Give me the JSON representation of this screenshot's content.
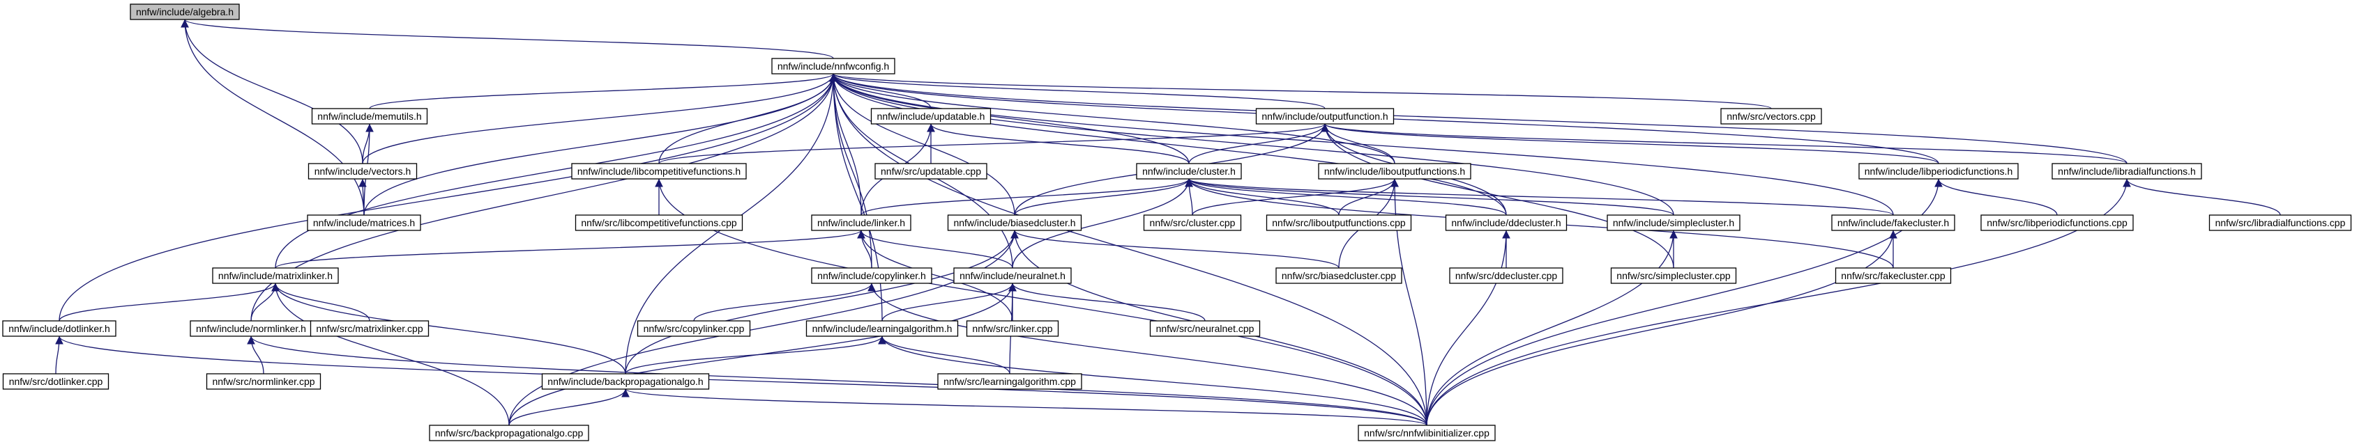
{
  "graph": {
    "colors": {
      "edge": "#191970",
      "node_border": "#000000",
      "node_fill": "#ffffff",
      "root_fill": "#bfbfbf"
    },
    "nodes": [
      {
        "id": "algebra",
        "label": "nnfw/include/algebra.h",
        "root": true
      },
      {
        "id": "config",
        "label": "nnfw/include/nnfwconfig.h"
      },
      {
        "id": "memutils",
        "label": "nnfw/include/memutils.h"
      },
      {
        "id": "updatable",
        "label": "nnfw/include/updatable.h"
      },
      {
        "id": "outputfunction",
        "label": "nnfw/include/outputfunction.h"
      },
      {
        "id": "src_vectors",
        "label": "nnfw/src/vectors.cpp"
      },
      {
        "id": "vectors",
        "label": "nnfw/include/vectors.h"
      },
      {
        "id": "libcompetitive",
        "label": "nnfw/include/libcompetitivefunctions.h"
      },
      {
        "id": "src_updatable",
        "label": "nnfw/src/updatable.cpp"
      },
      {
        "id": "cluster",
        "label": "nnfw/include/cluster.h"
      },
      {
        "id": "liboutput",
        "label": "nnfw/include/liboutputfunctions.h"
      },
      {
        "id": "libperiodic",
        "label": "nnfw/include/libperiodicfunctions.h"
      },
      {
        "id": "libradial",
        "label": "nnfw/include/libradialfunctions.h"
      },
      {
        "id": "matrices",
        "label": "nnfw/include/matrices.h"
      },
      {
        "id": "src_libcompetitive",
        "label": "nnfw/src/libcompetitivefunctions.cpp"
      },
      {
        "id": "linker",
        "label": "nnfw/include/linker.h"
      },
      {
        "id": "biasedcluster",
        "label": "nnfw/include/biasedcluster.h"
      },
      {
        "id": "src_cluster",
        "label": "nnfw/src/cluster.cpp"
      },
      {
        "id": "src_liboutput",
        "label": "nnfw/src/liboutputfunctions.cpp"
      },
      {
        "id": "ddecluster",
        "label": "nnfw/include/ddecluster.h"
      },
      {
        "id": "simplecluster",
        "label": "nnfw/include/simplecluster.h"
      },
      {
        "id": "fakecluster",
        "label": "nnfw/include/fakecluster.h"
      },
      {
        "id": "src_libperiodic",
        "label": "nnfw/src/libperiodicfunctions.cpp"
      },
      {
        "id": "src_libradial",
        "label": "nnfw/src/libradialfunctions.cpp"
      },
      {
        "id": "matrixlinker",
        "label": "nnfw/include/matrixlinker.h"
      },
      {
        "id": "copylinker",
        "label": "nnfw/include/copylinker.h"
      },
      {
        "id": "neuralnet",
        "label": "nnfw/include/neuralnet.h"
      },
      {
        "id": "src_biasedcluster",
        "label": "nnfw/src/biasedcluster.cpp"
      },
      {
        "id": "src_ddecluster",
        "label": "nnfw/src/ddecluster.cpp"
      },
      {
        "id": "src_simplecluster",
        "label": "nnfw/src/simplecluster.cpp"
      },
      {
        "id": "src_fakecluster",
        "label": "nnfw/src/fakecluster.cpp"
      },
      {
        "id": "dotlinker",
        "label": "nnfw/include/dotlinker.h"
      },
      {
        "id": "normlinker",
        "label": "nnfw/include/normlinker.h"
      },
      {
        "id": "src_matrixlinker",
        "label": "nnfw/src/matrixlinker.cpp"
      },
      {
        "id": "src_copylinker",
        "label": "nnfw/src/copylinker.cpp"
      },
      {
        "id": "learningalgorithm",
        "label": "nnfw/include/learningalgorithm.h"
      },
      {
        "id": "src_linker",
        "label": "nnfw/src/linker.cpp"
      },
      {
        "id": "src_neuralnet",
        "label": "nnfw/src/neuralnet.cpp"
      },
      {
        "id": "src_dotlinker",
        "label": "nnfw/src/dotlinker.cpp"
      },
      {
        "id": "src_normlinker",
        "label": "nnfw/src/normlinker.cpp"
      },
      {
        "id": "backprop",
        "label": "nnfw/include/backpropagationalgo.h"
      },
      {
        "id": "src_learningalgorithm",
        "label": "nnfw/src/learningalgorithm.cpp"
      },
      {
        "id": "src_backprop",
        "label": "nnfw/src/backpropagationalgo.cpp"
      },
      {
        "id": "src_libinit",
        "label": "nnfw/src/nnfwlibinitializer.cpp"
      }
    ],
    "edges": [
      [
        "algebra",
        "config"
      ],
      [
        "algebra",
        "vectors"
      ],
      [
        "algebra",
        "matrices"
      ],
      [
        "config",
        "src_vectors"
      ],
      [
        "config",
        "memutils"
      ],
      [
        "config",
        "updatable"
      ],
      [
        "config",
        "outputfunction"
      ],
      [
        "config",
        "vectors"
      ],
      [
        "config",
        "libcompetitive"
      ],
      [
        "config",
        "cluster"
      ],
      [
        "config",
        "liboutput"
      ],
      [
        "config",
        "libperiodic"
      ],
      [
        "config",
        "libradial"
      ],
      [
        "config",
        "matrices"
      ],
      [
        "config",
        "linker"
      ],
      [
        "config",
        "biasedcluster"
      ],
      [
        "config",
        "ddecluster"
      ],
      [
        "config",
        "simplecluster"
      ],
      [
        "config",
        "fakecluster"
      ],
      [
        "config",
        "matrixlinker"
      ],
      [
        "config",
        "copylinker"
      ],
      [
        "config",
        "neuralnet"
      ],
      [
        "config",
        "dotlinker"
      ],
      [
        "config",
        "normlinker"
      ],
      [
        "config",
        "learningalgorithm"
      ],
      [
        "config",
        "backprop"
      ],
      [
        "config",
        "src_libinit"
      ],
      [
        "memutils",
        "vectors"
      ],
      [
        "memutils",
        "matrices"
      ],
      [
        "vectors",
        "matrices"
      ],
      [
        "updatable",
        "src_updatable"
      ],
      [
        "updatable",
        "cluster"
      ],
      [
        "updatable",
        "linker"
      ],
      [
        "outputfunction",
        "libcompetitive"
      ],
      [
        "outputfunction",
        "cluster"
      ],
      [
        "outputfunction",
        "liboutput"
      ],
      [
        "outputfunction",
        "libperiodic"
      ],
      [
        "outputfunction",
        "libradial"
      ],
      [
        "outputfunction",
        "biasedcluster"
      ],
      [
        "outputfunction",
        "ddecluster"
      ],
      [
        "outputfunction",
        "src_simplecluster"
      ],
      [
        "libcompetitive",
        "src_libcompetitive"
      ],
      [
        "libcompetitive",
        "src_libinit"
      ],
      [
        "cluster",
        "src_cluster"
      ],
      [
        "cluster",
        "linker"
      ],
      [
        "cluster",
        "biasedcluster"
      ],
      [
        "cluster",
        "src_liboutput"
      ],
      [
        "cluster",
        "ddecluster"
      ],
      [
        "cluster",
        "simplecluster"
      ],
      [
        "cluster",
        "fakecluster"
      ],
      [
        "cluster",
        "neuralnet"
      ],
      [
        "cluster",
        "src_fakecluster"
      ],
      [
        "liboutput",
        "src_liboutput"
      ],
      [
        "liboutput",
        "src_cluster"
      ],
      [
        "liboutput",
        "src_biasedcluster"
      ],
      [
        "liboutput",
        "src_libinit"
      ],
      [
        "libperiodic",
        "src_libperiodic"
      ],
      [
        "libperiodic",
        "src_libinit"
      ],
      [
        "libradial",
        "src_libradial"
      ],
      [
        "libradial",
        "src_libinit"
      ],
      [
        "linker",
        "matrixlinker"
      ],
      [
        "linker",
        "copylinker"
      ],
      [
        "linker",
        "neuralnet"
      ],
      [
        "linker",
        "src_linker"
      ],
      [
        "biasedcluster",
        "src_biasedcluster"
      ],
      [
        "biasedcluster",
        "backprop"
      ],
      [
        "biasedcluster",
        "src_libinit"
      ],
      [
        "biasedcluster",
        "src_backprop"
      ],
      [
        "ddecluster",
        "src_ddecluster"
      ],
      [
        "ddecluster",
        "src_libinit"
      ],
      [
        "simplecluster",
        "src_simplecluster"
      ],
      [
        "simplecluster",
        "src_libinit"
      ],
      [
        "fakecluster",
        "src_fakecluster"
      ],
      [
        "fakecluster",
        "src_libinit"
      ],
      [
        "matrixlinker",
        "dotlinker"
      ],
      [
        "matrixlinker",
        "normlinker"
      ],
      [
        "matrixlinker",
        "src_matrixlinker"
      ],
      [
        "matrixlinker",
        "backprop"
      ],
      [
        "matrixlinker",
        "src_backprop"
      ],
      [
        "copylinker",
        "src_copylinker"
      ],
      [
        "copylinker",
        "src_libinit"
      ],
      [
        "neuralnet",
        "learningalgorithm"
      ],
      [
        "neuralnet",
        "src_linker"
      ],
      [
        "neuralnet",
        "src_neuralnet"
      ],
      [
        "neuralnet",
        "src_learningalgorithm"
      ],
      [
        "neuralnet",
        "src_backprop"
      ],
      [
        "dotlinker",
        "src_dotlinker"
      ],
      [
        "dotlinker",
        "src_libinit"
      ],
      [
        "normlinker",
        "src_normlinker"
      ],
      [
        "normlinker",
        "src_libinit"
      ],
      [
        "learningalgorithm",
        "backprop"
      ],
      [
        "learningalgorithm",
        "src_learningalgorithm"
      ],
      [
        "learningalgorithm",
        "src_libinit"
      ],
      [
        "backprop",
        "src_backprop"
      ],
      [
        "backprop",
        "src_libinit"
      ]
    ]
  }
}
